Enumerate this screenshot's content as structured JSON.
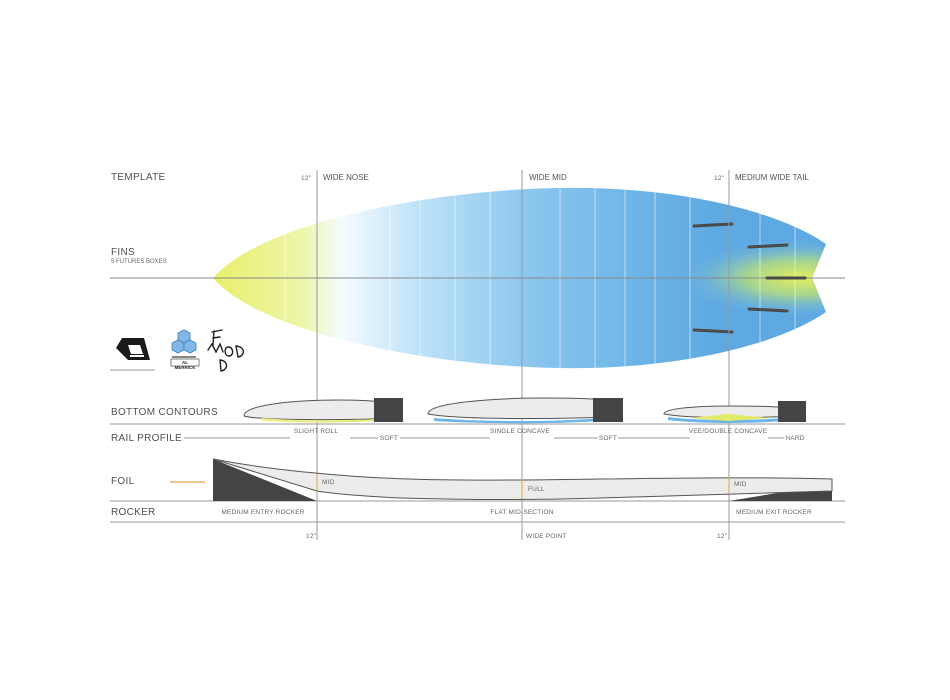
{
  "sections": {
    "template": "TEMPLATE",
    "fins": "FINS",
    "fins_sub": "5 FUTURES BOXES",
    "bottom_contours": "BOTTOM  CONTOURS",
    "rail_profile": "RAIL PROFILE",
    "foil": "FOIL",
    "rocker": "ROCKER"
  },
  "template": {
    "nose_measure": "12\"",
    "nose_label": "WIDE NOSE",
    "mid_label": "WIDE MID",
    "tail_measure": "12\"",
    "tail_label": "MEDIUM WIDE TAIL"
  },
  "contours": {
    "front": "SLIGHT ROLL",
    "mid": "SINGLE CONCAVE",
    "tail": "VEE/DOUBLE CONCAVE"
  },
  "rails": {
    "front": "SOFT",
    "mid": "SOFT",
    "tail": "HARD"
  },
  "foil": {
    "nose": "MID",
    "mid": "FULL",
    "tail": "MID"
  },
  "rocker": {
    "entry": "MEDIUM ENTRY ROCKER",
    "mid": "FLAT MID-SECTION",
    "exit": "MEDIUM EXIT ROCKER"
  },
  "bottom_marks": {
    "nose": "12\"",
    "mid": "WIDE POINT",
    "tail": "12\""
  },
  "logos": {
    "al_merrick": "AL MERRICK"
  },
  "colors": {
    "blue": "#5aa9e6",
    "yellow": "#e6ef6a",
    "accent": "#e8a04a",
    "dark": "#444444"
  }
}
